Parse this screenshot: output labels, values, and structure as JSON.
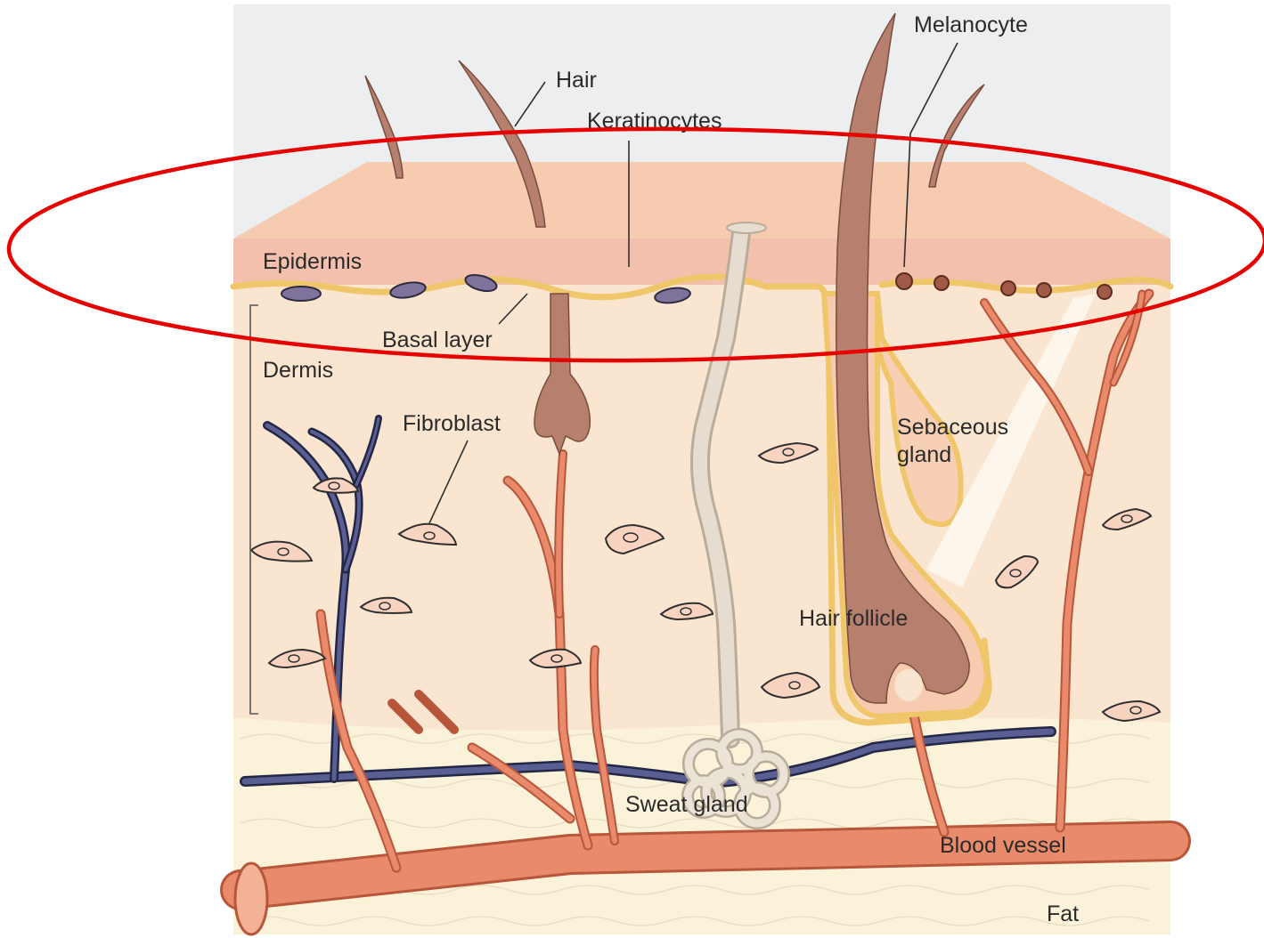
{
  "labels": {
    "hair": "Hair",
    "keratinocytes": "Keratinocytes",
    "melanocyte": "Melanocyte",
    "epidermis": "Epidermis",
    "basal_layer": "Basal layer",
    "dermis": "Dermis",
    "fibroblast": "Fibroblast",
    "sebaceous_gland_line1": "Sebaceous",
    "sebaceous_gland_line2": "gland",
    "hair_follicle": "Hair follicle",
    "sweat_gland": "Sweat gland",
    "blood_vessel": "Blood vessel",
    "fat": "Fat"
  },
  "colors": {
    "sky": "#eceef0",
    "epidermis_top": "#f6cbb0",
    "epidermis": "#f3c0ad",
    "dermis": "#fae6d0",
    "fat": "#fbf2da",
    "basal_line": "#f0c66a",
    "artery": "#e98a6a",
    "artery_edge": "#b8563c",
    "vein": "#5a5f93",
    "vein_edge": "#242645",
    "hair": "#b67f6e",
    "hair_edge": "#7a4c3c",
    "sweat_gland": "#e6ddd0",
    "sebaceous": "#f6cfb4",
    "annotation": "#e60000"
  }
}
